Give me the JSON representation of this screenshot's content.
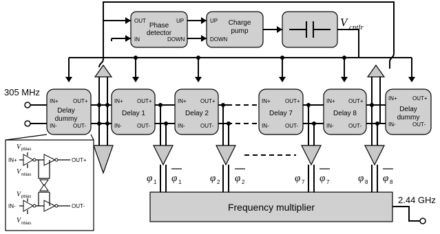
{
  "blocks": {
    "phase_detector": {
      "label_line1": "Phase",
      "label_line2": "detector",
      "port_out": "OUT",
      "port_in": "IN",
      "port_up": "UP",
      "port_down": "DOWN"
    },
    "charge_pump": {
      "label_line1": "Charge",
      "label_line2": "pump",
      "port_up": "UP",
      "port_down": "DOWN"
    },
    "vctrl": {
      "symbol": "V",
      "subscript": "cntlr"
    },
    "frequency_multiplier": {
      "label": "Frequency multiplier"
    }
  },
  "delay_cells": [
    {
      "name_line1": "Delay",
      "name_line2": "dummy",
      "in_p": "IN+",
      "in_n": "IN-",
      "out_p": "OUT+",
      "out_n": "OUT-"
    },
    {
      "name_line1": "Delay 1",
      "name_line2": "",
      "in_p": "IN+",
      "in_n": "IN-",
      "out_p": "OUT+",
      "out_n": "OUT-"
    },
    {
      "name_line1": "Delay 2",
      "name_line2": "",
      "in_p": "IN+",
      "in_n": "IN-",
      "out_p": "OUT+",
      "out_n": "OUT-"
    },
    {
      "name_line1": "Delay 7",
      "name_line2": "",
      "in_p": "IN+",
      "in_n": "IN-",
      "out_p": "OUT+",
      "out_n": "OUT-"
    },
    {
      "name_line1": "Delay 8",
      "name_line2": "",
      "in_p": "IN+",
      "in_n": "IN-",
      "out_p": "OUT+",
      "out_n": "OUT-"
    },
    {
      "name_line1": "Delay",
      "name_line2": "dummy",
      "in_p": "IN+",
      "in_n": "IN-",
      "out_p": "OUT+",
      "out_n": "OUT-"
    }
  ],
  "phases": [
    {
      "base": "φ",
      "sub": "1"
    },
    {
      "base": "φ",
      "sub": "2"
    },
    {
      "base": "φ",
      "sub": "7"
    },
    {
      "base": "φ",
      "sub": "8"
    }
  ],
  "input_label": "305 MHz",
  "output_label": "2.44 GHz",
  "inset": {
    "in_p": "IN+",
    "in_n": "IN-",
    "out_p": "OUT+",
    "out_n": "OUT-",
    "vpbias": {
      "symbol": "V",
      "sub": "pbias"
    },
    "vnbias": {
      "symbol": "V",
      "sub": "nbias"
    }
  }
}
